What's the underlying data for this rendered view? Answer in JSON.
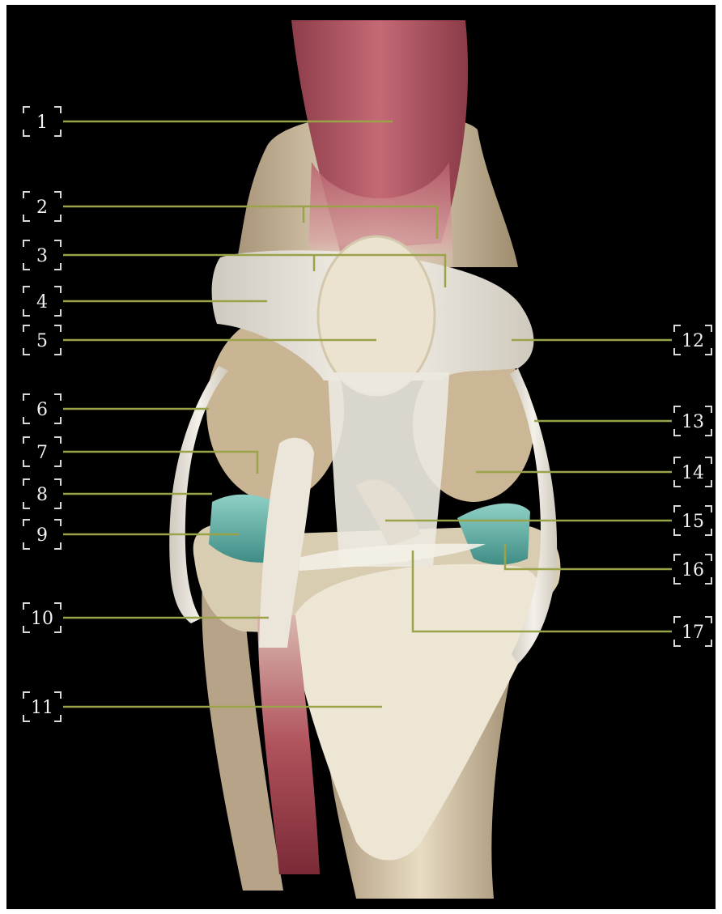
{
  "diagram": {
    "labels": [
      "1",
      "2",
      "3",
      "4",
      "5",
      "6",
      "7",
      "8",
      "9",
      "10",
      "11",
      "12",
      "13",
      "14",
      "15",
      "16",
      "17"
    ]
  },
  "colors": {
    "background": "#000000",
    "leader_line": "#9aa34a",
    "label_text": "#f2f2f2",
    "muscle": "#b85a66",
    "bone": "#e6dcc4",
    "ligament": "#f1efe8",
    "meniscus": "#6fb7ad"
  }
}
